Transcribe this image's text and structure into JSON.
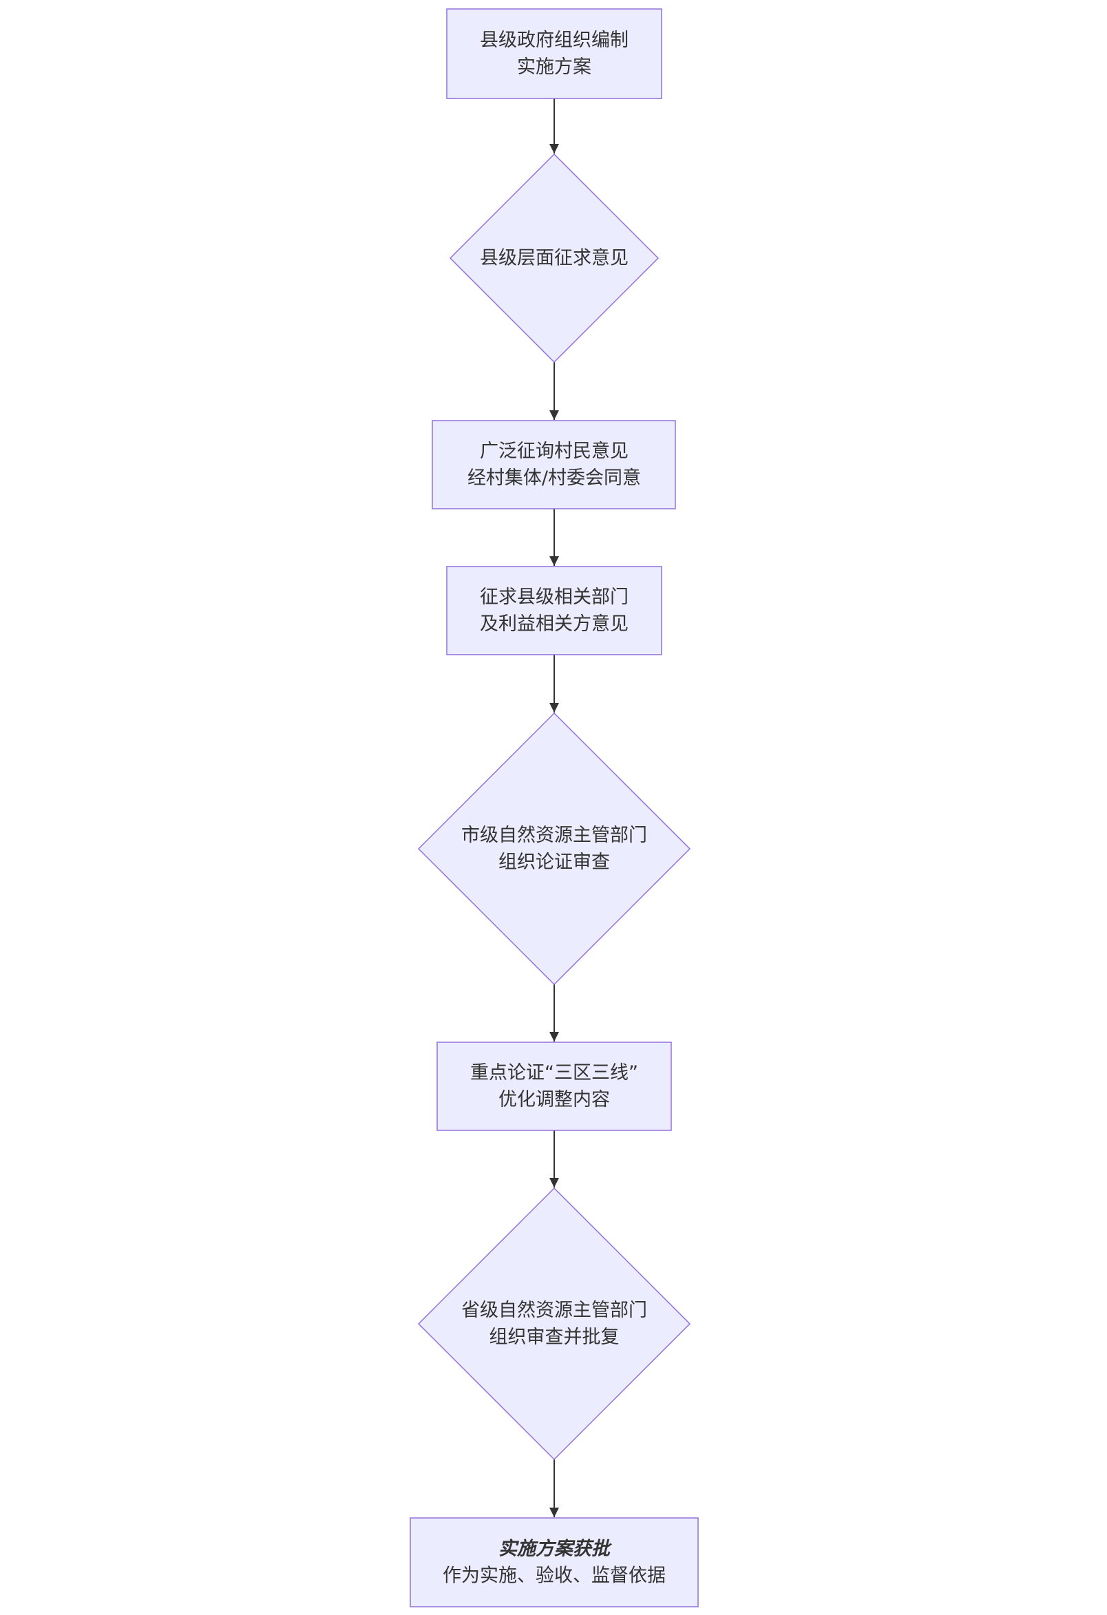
{
  "diagram": {
    "nodes": [
      {
        "id": "n1",
        "shape": "rect",
        "lines": [
          "县级政府组织编制",
          "实施方案"
        ]
      },
      {
        "id": "n2",
        "shape": "diamond",
        "lines": [
          "县级层面征求意见"
        ]
      },
      {
        "id": "n3",
        "shape": "rect",
        "lines": [
          "广泛征询村民意见",
          "经村集体/村委会同意"
        ]
      },
      {
        "id": "n4",
        "shape": "rect",
        "lines": [
          "征求县级相关部门",
          "及利益相关方意见"
        ]
      },
      {
        "id": "n5",
        "shape": "diamond",
        "lines": [
          "市级自然资源主管部门",
          "组织论证审查"
        ]
      },
      {
        "id": "n6",
        "shape": "rect",
        "lines": [
          "重点论证“三区三线”",
          "优化调整内容"
        ]
      },
      {
        "id": "n7",
        "shape": "diamond",
        "lines": [
          "省级自然资源主管部门",
          "组织审查并批复"
        ]
      },
      {
        "id": "n8",
        "shape": "rect",
        "lines": [
          "实施方案获批",
          "作为实施、验收、监督依据"
        ],
        "emphasis_line": 0
      }
    ],
    "edges": [
      {
        "from": "n1",
        "to": "n2"
      },
      {
        "from": "n2",
        "to": "n3"
      },
      {
        "from": "n3",
        "to": "n4"
      },
      {
        "from": "n4",
        "to": "n5"
      },
      {
        "from": "n5",
        "to": "n6"
      },
      {
        "from": "n6",
        "to": "n7"
      },
      {
        "from": "n7",
        "to": "n8"
      }
    ],
    "colors": {
      "node_fill": "#ececff",
      "node_stroke": "#9370db",
      "edge": "#333333",
      "text": "#333333"
    }
  }
}
